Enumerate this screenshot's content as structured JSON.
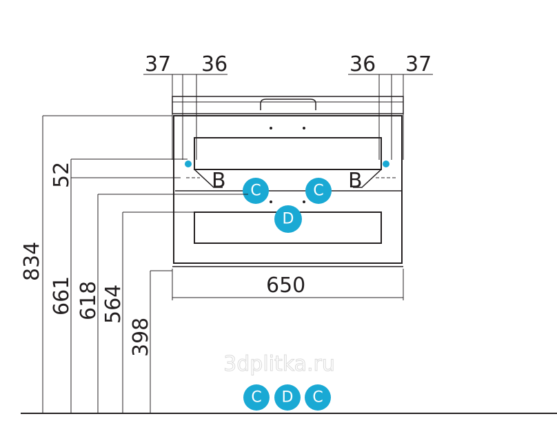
{
  "dimensions": {
    "top_left_outer": "37",
    "top_left_inner": "36",
    "top_right_inner": "36",
    "top_right_outer": "37",
    "total_height": "834",
    "drawer_gap": "52",
    "height_661": "661",
    "height_618": "618",
    "height_564": "564",
    "height_398": "398",
    "width": "650"
  },
  "markers": {
    "b_left": "B",
    "b_right": "B",
    "c_left": "C",
    "c_right": "C",
    "d": "D"
  },
  "legend": [
    "C",
    "D",
    "C"
  ],
  "watermark": "3dplitka.ru",
  "colors": {
    "accent": "#1aa9d4",
    "line": "#231f20"
  }
}
